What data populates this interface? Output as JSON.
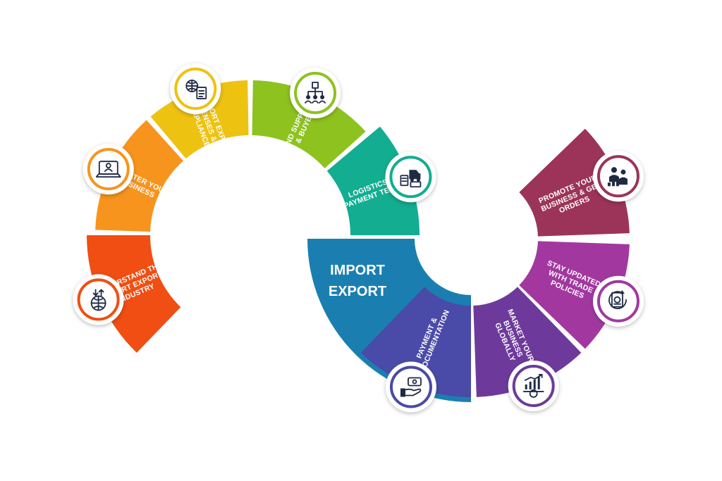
{
  "center": {
    "line1": "IMPORT",
    "line2": "EXPORT",
    "color": "#1a7fb0"
  },
  "steps": [
    {
      "id": "understand",
      "lines": [
        "UNDERSTAND THE",
        "IMPORT EXPORT",
        "INDUSTRY"
      ],
      "color": "#f04e12",
      "icon": "import-export-globe-icon"
    },
    {
      "id": "register",
      "lines": [
        "REGISTER YOUR",
        "BUSINESS"
      ],
      "color": "#f7941d",
      "icon": "laptop-registration-icon"
    },
    {
      "id": "licenses",
      "lines": [
        "GET IMPORT EXPORT",
        "LICENSES &",
        "COMPLIANCE"
      ],
      "color": "#eec211",
      "icon": "globe-document-icon"
    },
    {
      "id": "suppliers",
      "lines": [
        "FIND SUPPLIERS",
        "& BUYERS"
      ],
      "color": "#8dc21f",
      "icon": "network-hierarchy-icon"
    },
    {
      "id": "logistics",
      "lines": [
        "LOGISTICS &",
        "PAYMENT TERMS"
      ],
      "color": "#13ad91",
      "icon": "delivery-truck-icon"
    },
    {
      "id": "payment",
      "lines": [
        "PAYMENT &",
        "DOCUMENTATION"
      ],
      "color": "#4a4aa8",
      "icon": "hand-money-icon"
    },
    {
      "id": "market",
      "lines": [
        "MARKET YOUR",
        "BUSINESS",
        "GLOBALLY"
      ],
      "color": "#6d3a9c",
      "icon": "growth-chart-globe-icon"
    },
    {
      "id": "trade",
      "lines": [
        "STAY UPDATED",
        "WITH TRADE",
        "POLICIES"
      ],
      "color": "#a2389f",
      "icon": "policy-document-refresh-icon"
    },
    {
      "id": "promote",
      "lines": [
        "PROMOTE YOUR",
        "BUSINESS & GET",
        "ORDERS"
      ],
      "color": "#9b3458",
      "icon": "business-people-icon"
    }
  ]
}
